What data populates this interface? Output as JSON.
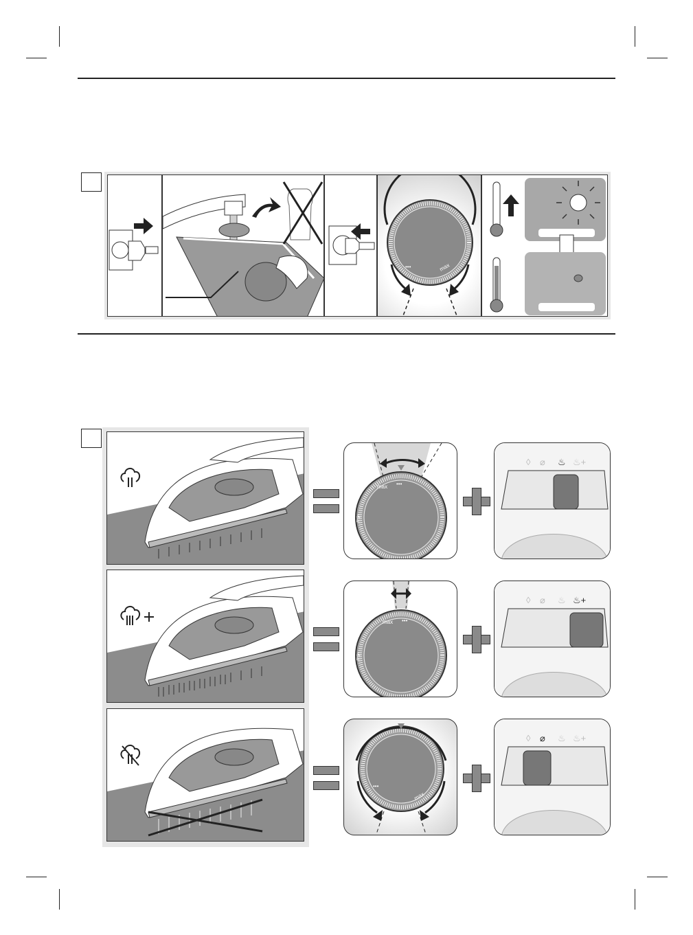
{
  "page": {
    "steps": [
      {
        "number": "",
        "label": "step-1"
      },
      {
        "number": "",
        "label": "step-2"
      }
    ]
  },
  "dial": {
    "max_label": "max",
    "min_label": "min",
    "dots_marks": [
      "•",
      "••",
      "•••"
    ]
  },
  "steam_modes": [
    {
      "name": "steam",
      "icon": "steam-icon"
    },
    {
      "name": "steam-plus",
      "icon": "steam-plus-icon"
    },
    {
      "name": "no-steam",
      "icon": "no-steam-icon"
    }
  ],
  "selector_icons": [
    "anti-drip-icon",
    "no-steam-icon",
    "steam-icon",
    "steam-plus-icon"
  ],
  "colors": {
    "panel_bg": "#e6e6e6",
    "board_gray": "#8c8c8c",
    "symbol_gray": "#8a8a8a",
    "line": "#222222"
  }
}
